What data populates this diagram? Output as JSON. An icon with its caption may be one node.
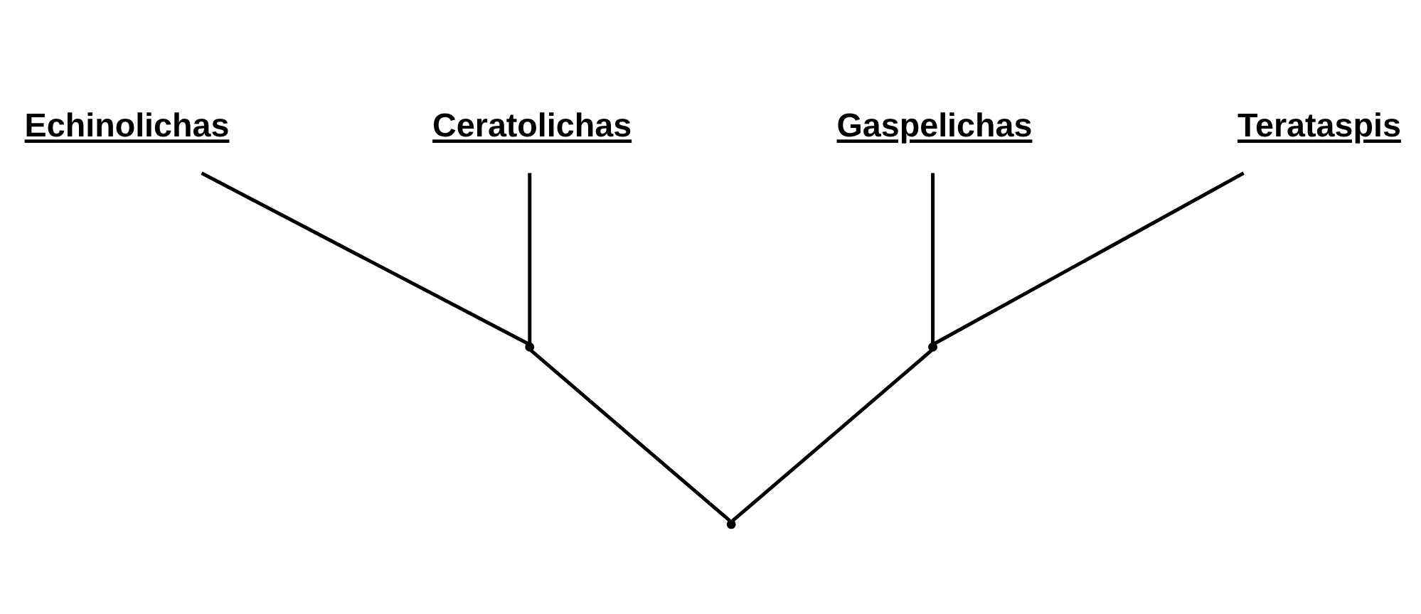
{
  "diagram": {
    "nodes": [
      {
        "text": [
          "Echinolichas"
        ]
      },
      {
        "text": [
          "Ceratolichas"
        ]
      },
      {
        "text": [
          "Gaspelichas"
        ]
      },
      {
        "text": [
          "Terataspis"
        ]
      },
      {
        "text": [],
        "shape": "point"
      },
      {
        "text": [],
        "shape": "point"
      },
      {
        "text": [],
        "shape": "point"
      }
    ],
    "edges": [
      {
        "from": 6,
        "to": 4,
        "arrow": "none"
      },
      {
        "from": 6,
        "to": 5,
        "arrow": "none"
      },
      {
        "from": 4,
        "to": 0,
        "arrow": "none"
      },
      {
        "from": 4,
        "to": 1,
        "arrow": "none"
      },
      {
        "from": 5,
        "to": 2,
        "arrow": "none"
      },
      {
        "from": 5,
        "to": 3,
        "arrow": "none"
      }
    ]
  }
}
